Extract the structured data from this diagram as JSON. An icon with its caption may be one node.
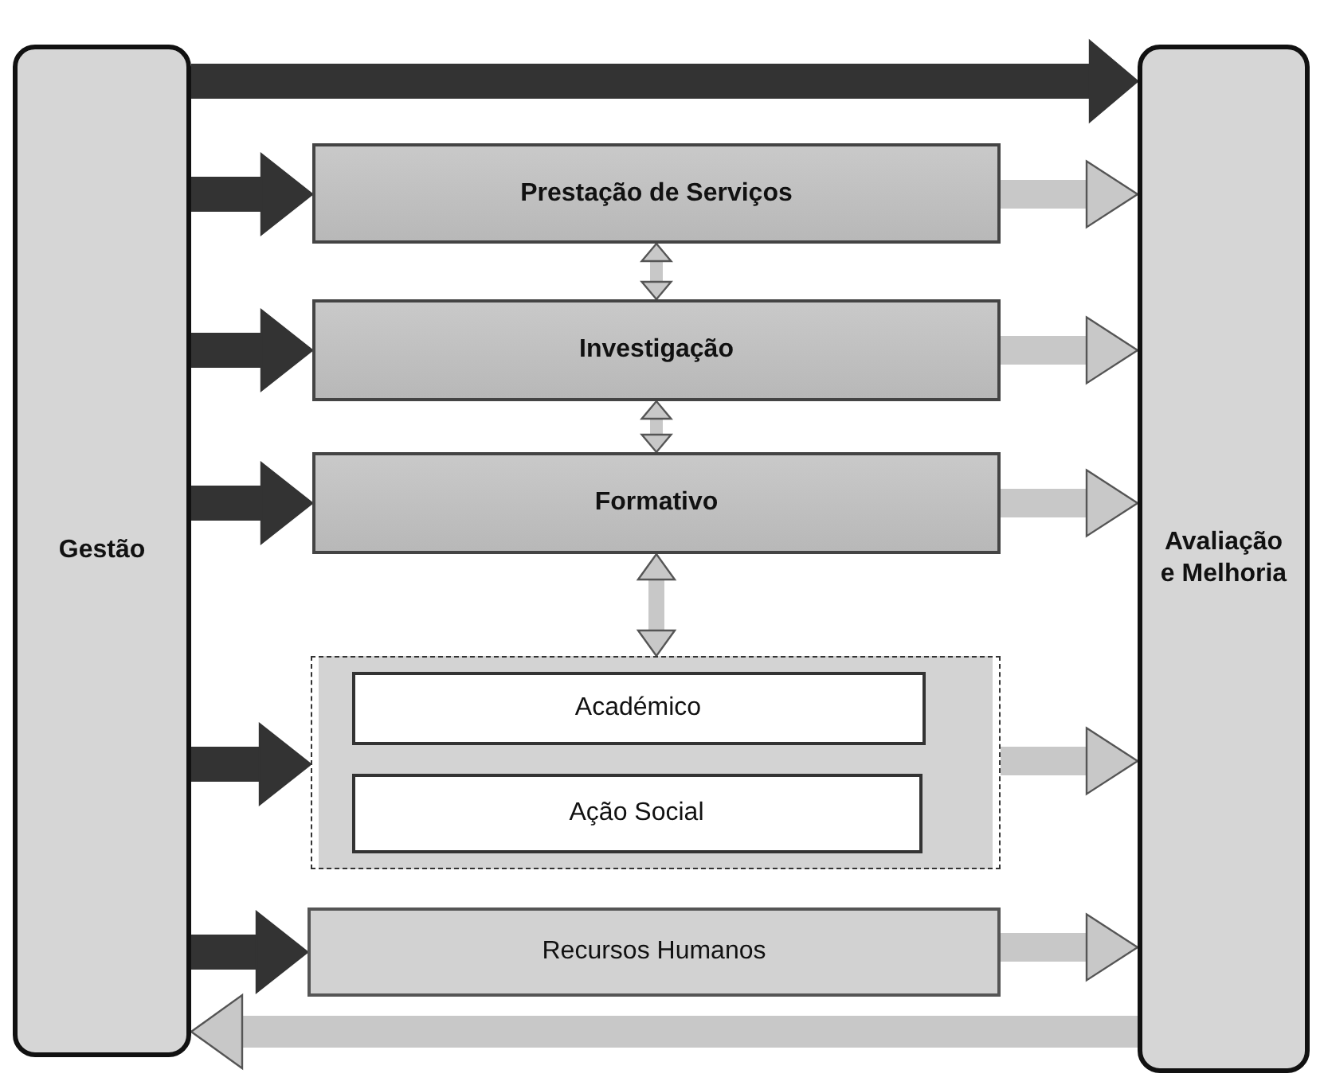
{
  "diagram": {
    "nodes": [
      {
        "text": [
          "Gestão"
        ]
      },
      {
        "text": [
          "Avaliação e Melhoria"
        ]
      },
      {
        "text": [
          "Prestação de Serviços"
        ]
      },
      {
        "text": [
          "Investigação"
        ]
      },
      {
        "text": [
          "Formativo"
        ]
      },
      {
        "text": [],
        "shape": "box"
      },
      {
        "text": [
          "Académico"
        ],
        "in": 5
      },
      {
        "text": [
          "Ação Social"
        ],
        "in": 5
      },
      {
        "text": [
          "Recursos Humanos"
        ]
      }
    ],
    "edges": [
      {
        "from": 0,
        "to": 1,
        "arrow": "to",
        "color": "#333333"
      },
      {
        "from": 0,
        "to": 2,
        "arrow": "to",
        "color": "#333333"
      },
      {
        "from": 0,
        "to": 3,
        "arrow": "to",
        "color": "#333333"
      },
      {
        "from": 0,
        "to": 4,
        "arrow": "to",
        "color": "#333333"
      },
      {
        "from": 0,
        "to": 5,
        "arrow": "to",
        "color": "#333333"
      },
      {
        "from": 0,
        "to": 8,
        "arrow": "to",
        "color": "#333333"
      },
      {
        "from": 2,
        "to": 1,
        "arrow": "to"
      },
      {
        "from": 3,
        "to": 1,
        "arrow": "to"
      },
      {
        "from": 4,
        "to": 1,
        "arrow": "to"
      },
      {
        "from": 5,
        "to": 1,
        "arrow": "to"
      },
      {
        "from": 8,
        "to": 1,
        "arrow": "to"
      },
      {
        "from": 2,
        "to": 3,
        "arrow": "both"
      },
      {
        "from": 3,
        "to": 4,
        "arrow": "both"
      },
      {
        "from": 4,
        "to": 5,
        "arrow": "both"
      },
      {
        "from": 1,
        "to": 0,
        "arrow": "to"
      }
    ]
  }
}
